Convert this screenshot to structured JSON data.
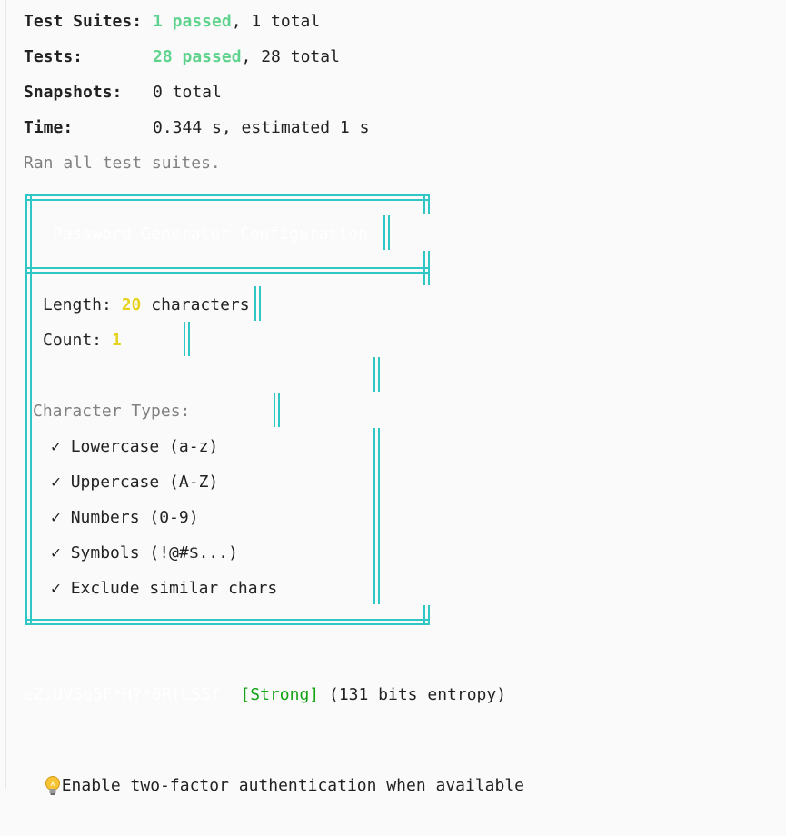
{
  "summary": {
    "suites_label": "Test Suites:",
    "suites_passed": "1 passed",
    "suites_total": ", 1 total",
    "tests_label": "Tests:",
    "tests_passed": "28 passed",
    "tests_total": ", 28 total",
    "snapshots_label": "Snapshots:",
    "snapshots_value": "0 total",
    "time_label": "Time:",
    "time_value": "0.344 s, estimated 1 s",
    "ran_text": "Ran all test suites."
  },
  "config": {
    "title": "Password Generator Configuration",
    "length_label": "Length: ",
    "length_value": "20",
    "length_unit": " characters",
    "count_label": "Count: ",
    "count_value": "1",
    "types_heading": "Character Types:",
    "options": [
      {
        "check": "✓",
        "label": "Lowercase (a-z)"
      },
      {
        "check": "✓",
        "label": "Uppercase (A-Z)"
      },
      {
        "check": "✓",
        "label": "Numbers (0-9)"
      },
      {
        "check": "✓",
        "label": "Symbols (!@#$...)"
      },
      {
        "check": "✓",
        "label": "Exclude similar chars"
      }
    ]
  },
  "result": {
    "password": "eZ.UV5g5F*H?*6R[LS5f",
    "strength": "[Strong]",
    "entropy": "(131 bits entropy)"
  },
  "tip": {
    "icon": "lightbulb-icon",
    "text": "Enable two-factor authentication when available"
  },
  "colors": {
    "passed": "#5fd38d",
    "accent_value": "#e6d21d",
    "border": "#2fc6c6",
    "strength": "#12a212"
  }
}
